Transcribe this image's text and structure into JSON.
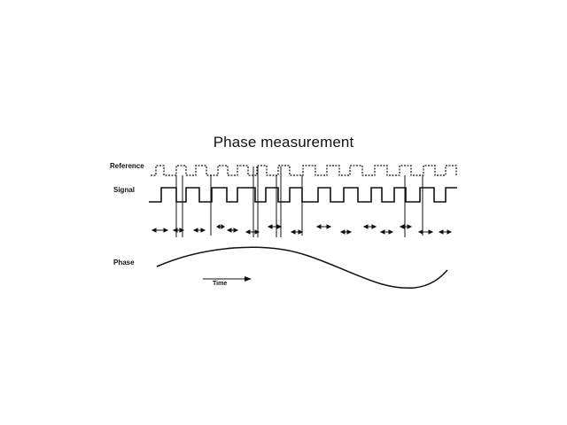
{
  "diagram": {
    "title": "Phase measurement",
    "rows": {
      "reference": "Reference",
      "signal": "Signal",
      "phase": "Phase"
    },
    "time_label": "Time",
    "colors": {
      "ink": "#111111",
      "background": "#ffffff"
    },
    "icons": {
      "time_arrow": "right-arrow-icon",
      "interval_markers": "double-arrow-icon"
    }
  }
}
